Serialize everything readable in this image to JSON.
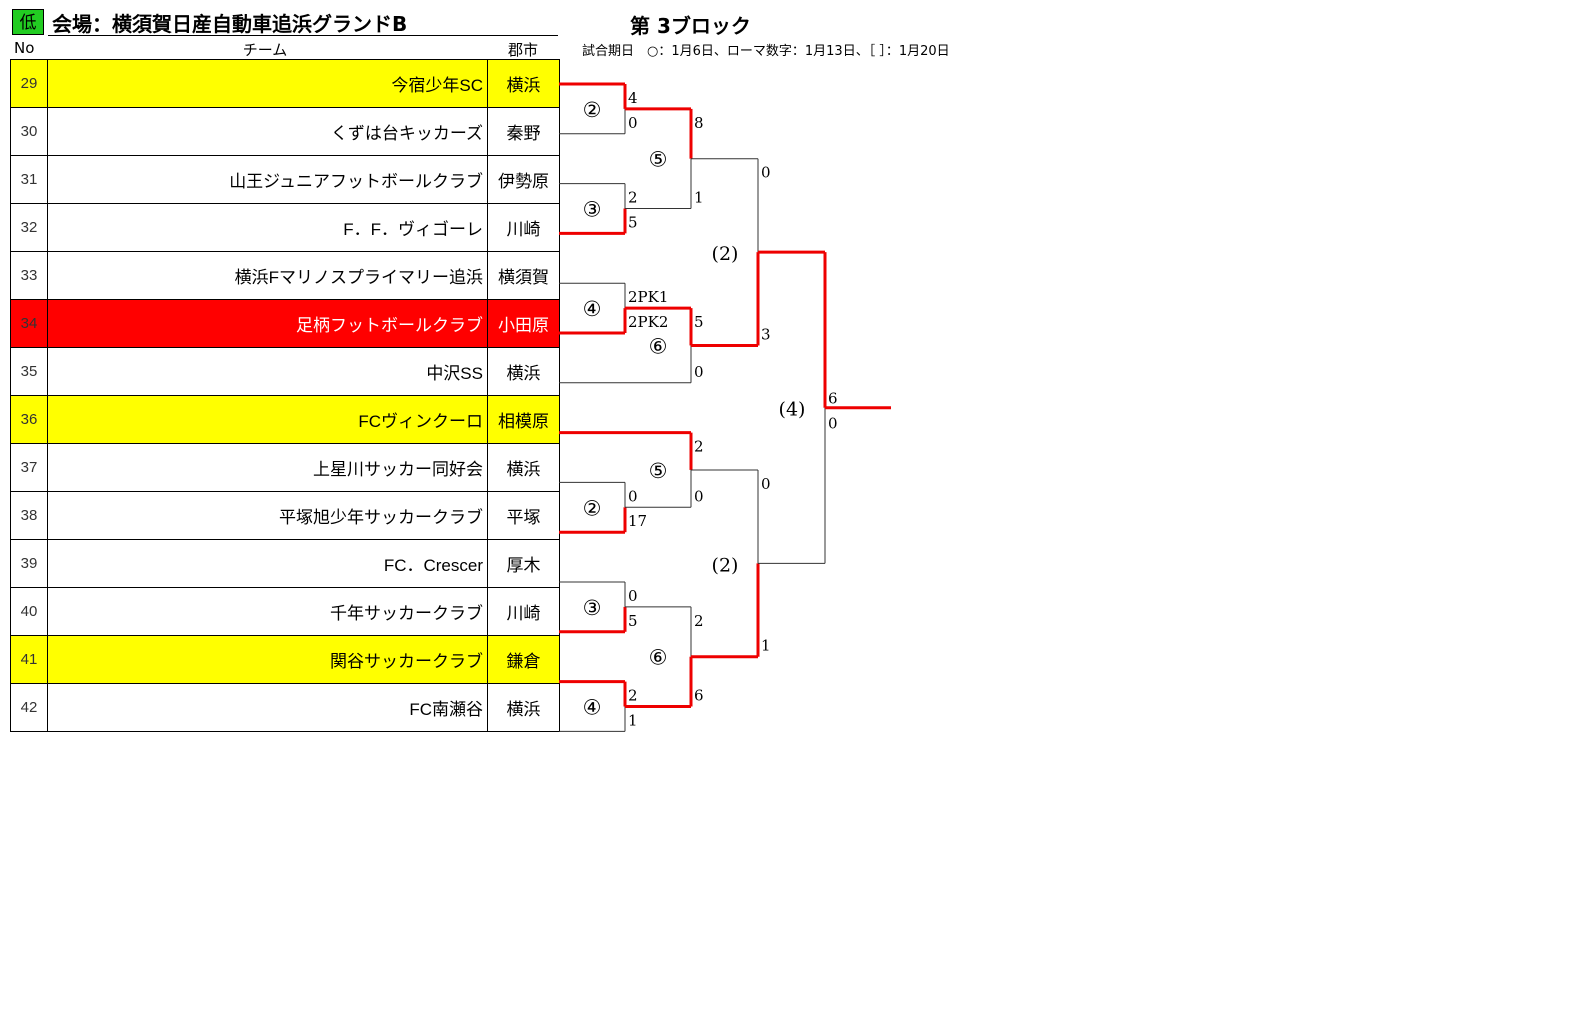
{
  "header": {
    "badge": "低",
    "venue": "会場：横須賀日産自動車追浜グランドB",
    "block": "第 3ブロック",
    "col_no": "No",
    "col_team": "チーム",
    "col_city": "郡市",
    "note": "試合期日　○：1月6日、ローマ数字：1月13日、［ ］：1月20日"
  },
  "colors": {
    "badge": "#22cc22",
    "highlight_yellow": "#ffff00",
    "highlight_red": "#ff0000",
    "winner_line": "#ee0000"
  },
  "teams": [
    {
      "no": "29",
      "name": "今宿少年SC",
      "city": "横浜",
      "highlight": "yellow"
    },
    {
      "no": "30",
      "name": "くずは台キッカーズ",
      "city": "秦野",
      "highlight": ""
    },
    {
      "no": "31",
      "name": "山王ジュニアフットボールクラブ",
      "city": "伊勢原",
      "highlight": ""
    },
    {
      "no": "32",
      "name": "F．F．ヴィゴーレ",
      "city": "川崎",
      "highlight": ""
    },
    {
      "no": "33",
      "name": "横浜Fマリノスプライマリー追浜",
      "city": "横須賀",
      "highlight": ""
    },
    {
      "no": "34",
      "name": "足柄フットボールクラブ",
      "city": "小田原",
      "highlight": "red"
    },
    {
      "no": "35",
      "name": "中沢SS",
      "city": "横浜",
      "highlight": ""
    },
    {
      "no": "36",
      "name": "FCヴィンクーロ",
      "city": "相模原",
      "highlight": "yellow"
    },
    {
      "no": "37",
      "name": "上星川サッカー同好会",
      "city": "横浜",
      "highlight": ""
    },
    {
      "no": "38",
      "name": "平塚旭少年サッカークラブ",
      "city": "平塚",
      "highlight": ""
    },
    {
      "no": "39",
      "name": "FC．Crescer",
      "city": "厚木",
      "highlight": ""
    },
    {
      "no": "40",
      "name": "千年サッカークラブ",
      "city": "川崎",
      "highlight": ""
    },
    {
      "no": "41",
      "name": "関谷サッカークラブ",
      "city": "鎌倉",
      "highlight": "yellow"
    },
    {
      "no": "42",
      "name": "FC南瀬谷",
      "city": "横浜",
      "highlight": ""
    }
  ],
  "bracket": {
    "r1": [
      {
        "label": "②",
        "score_top": "4",
        "score_bottom": "0"
      },
      {
        "label": "③",
        "score_top": "2",
        "score_bottom": "5"
      },
      {
        "label": "④",
        "score_top": "2PK1",
        "score_bottom": "2PK2"
      },
      {
        "label": "②",
        "score_top": "0",
        "score_bottom": "17"
      },
      {
        "label": "③",
        "score_top": "0",
        "score_bottom": "5"
      },
      {
        "label": "④",
        "score_top": "2",
        "score_bottom": "1"
      }
    ],
    "r2": [
      {
        "label": "⑤",
        "score_top": "8",
        "score_bottom": "1"
      },
      {
        "label": "⑥",
        "score_top": "5",
        "score_bottom": "0"
      },
      {
        "label": "⑤",
        "score_top": "2",
        "score_bottom": "0"
      },
      {
        "label": "⑥",
        "score_top": "2",
        "score_bottom": "6"
      }
    ],
    "r3": [
      {
        "label": "(2)",
        "score_top": "0",
        "score_bottom": "3"
      },
      {
        "label": "(2)",
        "score_top": "0",
        "score_bottom": "1"
      }
    ],
    "final": {
      "label": "(4)",
      "score_top": "6",
      "score_bottom": "0"
    }
  }
}
